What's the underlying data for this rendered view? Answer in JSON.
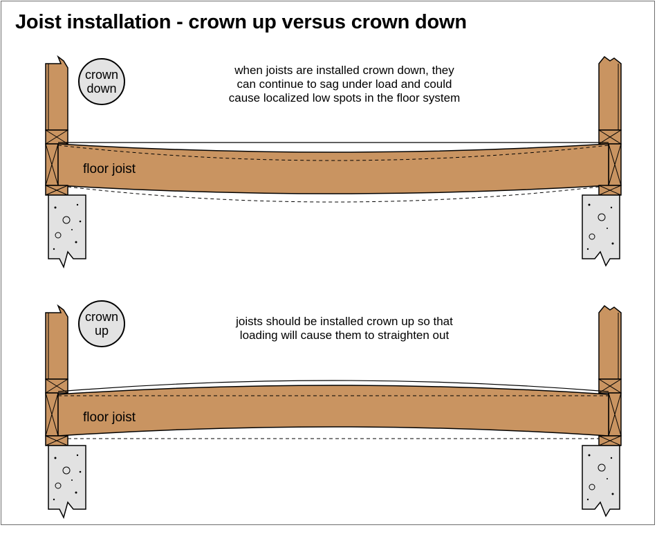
{
  "title": "Joist installation - crown up versus crown down",
  "panels": [
    {
      "badge": "crown\ndown",
      "caption": "when joists are installed crown down, they\ncan continue to sag under load and could\ncause localized low spots in the floor system",
      "joist_label": "floor joist"
    },
    {
      "badge": "crown\nup",
      "caption": "joists should be installed crown up so that\nloading will cause them to straighten out",
      "joist_label": "floor joist"
    }
  ],
  "colors": {
    "wood": "#c99461",
    "concrete": "#e2e2e2",
    "badge_fill": "#e3e3e3",
    "outline": "#000000"
  }
}
